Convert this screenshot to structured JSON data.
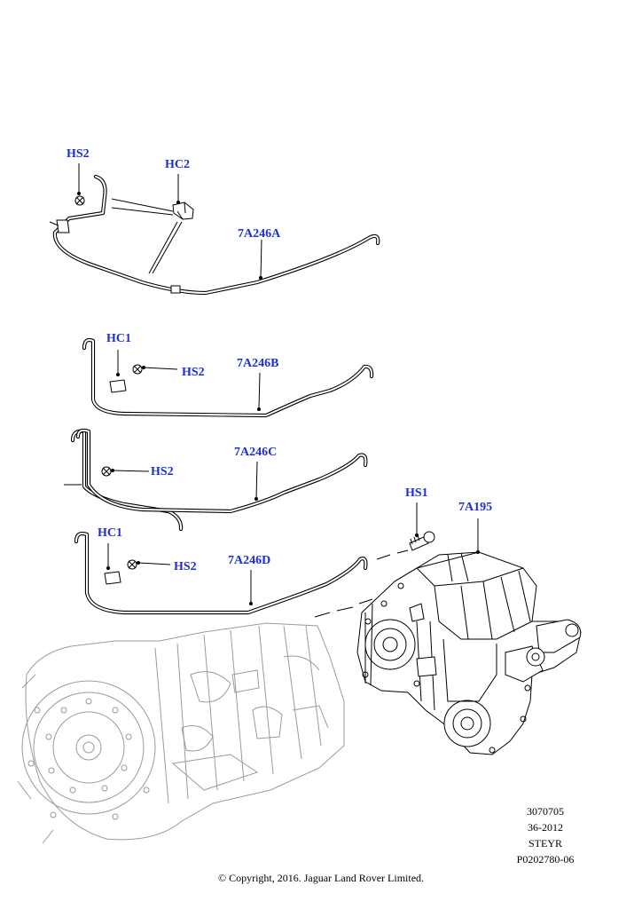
{
  "callouts": {
    "hs2_a": "HS2",
    "hc2": "HC2",
    "p7a246a": "7A246A",
    "hc1_a": "HC1",
    "hs2_b": "HS2",
    "p7a246b": "7A246B",
    "hs2_c": "HS2",
    "p7a246c": "7A246C",
    "hc1_b": "HC1",
    "hs2_d": "HS2",
    "p7a246d": "7A246D",
    "hs1": "HS1",
    "p7a195": "7A195"
  },
  "info": {
    "code": "3070705",
    "range": "36-2012",
    "make": "STEYR",
    "ref": "P0202780-06"
  },
  "copyright": "© Copyright, 2016. Jaguar Land Rover Limited.",
  "colors": {
    "callout": "#1c2fcf",
    "line": "#000000",
    "ghost": "#9a9a9a"
  },
  "icons": [
    "clip-icon",
    "screw-icon",
    "pipe-icon",
    "gearbox-icon",
    "transfer-case-icon"
  ]
}
